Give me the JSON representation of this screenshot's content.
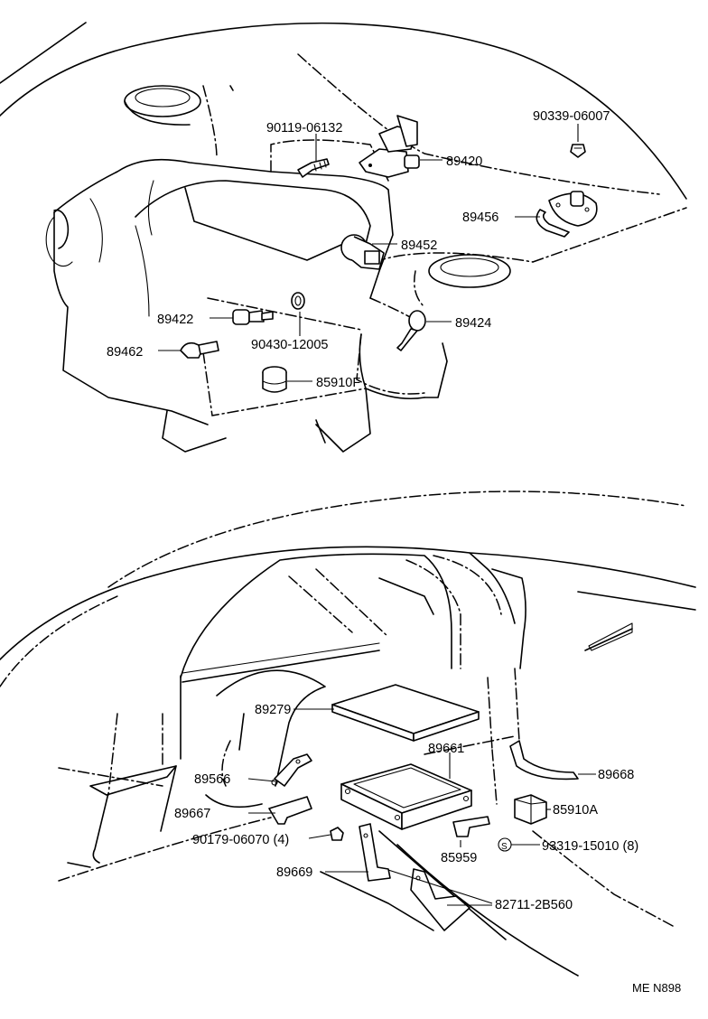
{
  "diagram": {
    "engine_labels": {
      "p90119_06132": "90119-06132",
      "p90339_06007": "90339-06007",
      "p89420": "89420",
      "p89456": "89456",
      "p89452": "89452",
      "p89422": "89422",
      "p89462": "89462",
      "p90430_12005": "90430-12005",
      "p89424": "89424",
      "p85910F": "85910F"
    },
    "dash_labels": {
      "p89279": "89279",
      "p89661": "89661",
      "p89566": "89566",
      "p89668": "89668",
      "p89667": "89667",
      "p85910A": "85910A",
      "p90179_06070": "90179-06070 (4)",
      "p85959": "85959",
      "p93319_15010": "93319-15010 (8)",
      "s_mark": "S",
      "p89669": "89669",
      "p82711_2B560": "82711-2B560"
    },
    "footer_code": "ME N898"
  }
}
